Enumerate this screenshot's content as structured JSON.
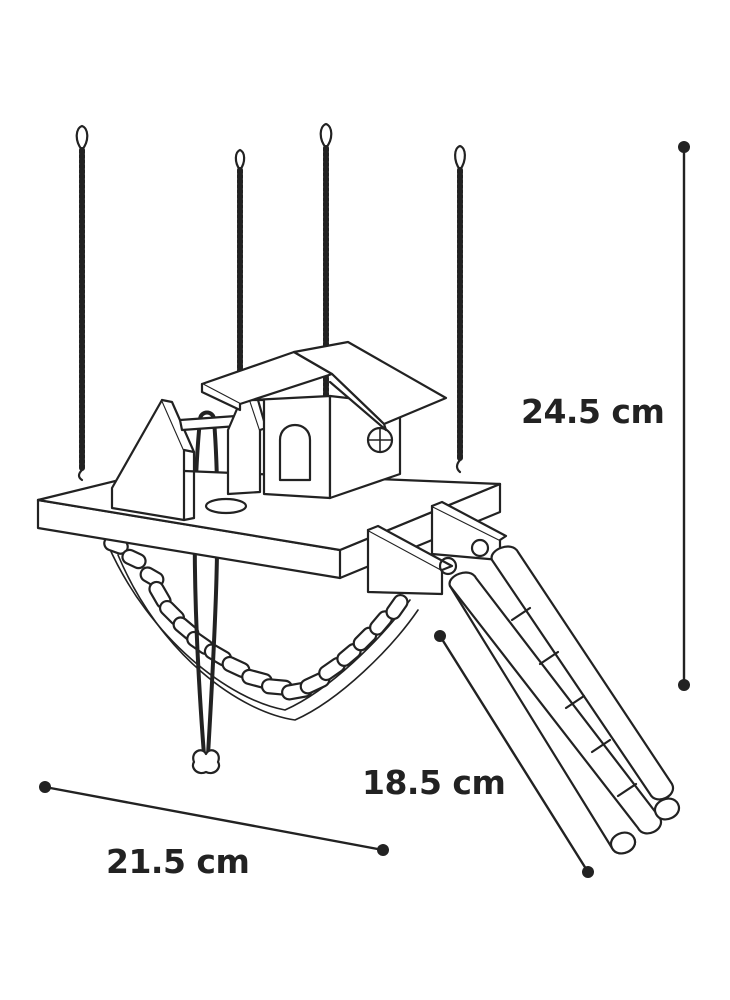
{
  "dimensions": {
    "height": "24.5 cm",
    "depth": "18.5 cm",
    "width": "21.5 cm"
  },
  "colors": {
    "stroke": "#222222",
    "fill": "#ffffff"
  }
}
